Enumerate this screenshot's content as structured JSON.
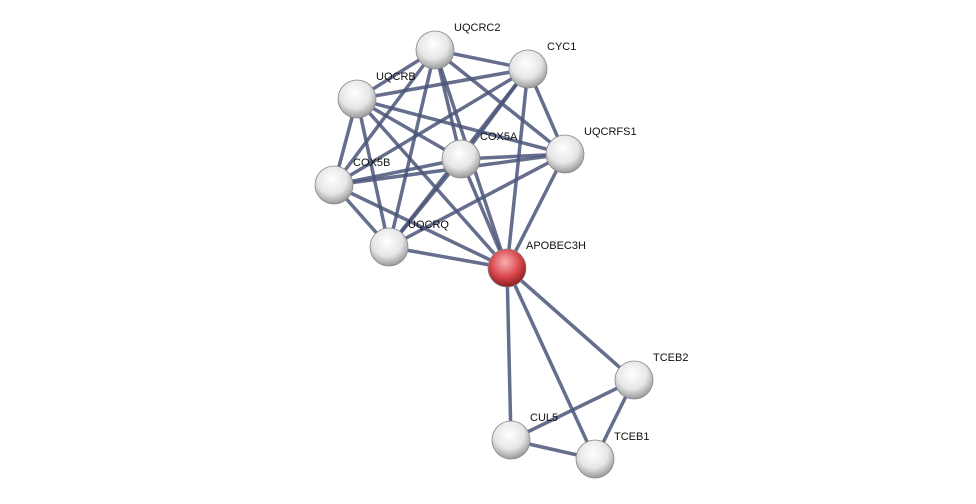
{
  "nodes": [
    {
      "id": "UQCRC2",
      "label": "UQCRC2",
      "query": false
    },
    {
      "id": "CYC1",
      "label": "CYC1",
      "query": false
    },
    {
      "id": "UQCRB",
      "label": "UQCRB",
      "query": false
    },
    {
      "id": "UQCRFS1",
      "label": "UQCRFS1",
      "query": false
    },
    {
      "id": "COX5A",
      "label": "COX5A",
      "query": false
    },
    {
      "id": "COX5B",
      "label": "COX5B",
      "query": false
    },
    {
      "id": "UQCRQ",
      "label": "UQCRQ",
      "query": false
    },
    {
      "id": "APOBEC3H",
      "label": "APOBEC3H",
      "query": true
    },
    {
      "id": "TCEB2",
      "label": "TCEB2",
      "query": false
    },
    {
      "id": "CUL5",
      "label": "CUL5",
      "query": false
    },
    {
      "id": "TCEB1",
      "label": "TCEB1",
      "query": false
    }
  ],
  "edges": [
    [
      "UQCRC2",
      "CYC1"
    ],
    [
      "UQCRC2",
      "UQCRB"
    ],
    [
      "UQCRC2",
      "UQCRFS1"
    ],
    [
      "UQCRC2",
      "COX5A"
    ],
    [
      "UQCRC2",
      "COX5B"
    ],
    [
      "UQCRC2",
      "UQCRQ"
    ],
    [
      "UQCRC2",
      "APOBEC3H"
    ],
    [
      "CYC1",
      "UQCRB"
    ],
    [
      "CYC1",
      "UQCRFS1"
    ],
    [
      "CYC1",
      "COX5A"
    ],
    [
      "CYC1",
      "COX5B"
    ],
    [
      "CYC1",
      "UQCRQ"
    ],
    [
      "CYC1",
      "APOBEC3H"
    ],
    [
      "UQCRB",
      "UQCRFS1"
    ],
    [
      "UQCRB",
      "COX5A"
    ],
    [
      "UQCRB",
      "COX5B"
    ],
    [
      "UQCRB",
      "UQCRQ"
    ],
    [
      "UQCRB",
      "APOBEC3H"
    ],
    [
      "UQCRFS1",
      "COX5A"
    ],
    [
      "UQCRFS1",
      "COX5B"
    ],
    [
      "UQCRFS1",
      "UQCRQ"
    ],
    [
      "UQCRFS1",
      "APOBEC3H"
    ],
    [
      "COX5A",
      "COX5B"
    ],
    [
      "COX5A",
      "UQCRQ"
    ],
    [
      "COX5A",
      "APOBEC3H"
    ],
    [
      "COX5B",
      "UQCRQ"
    ],
    [
      "COX5B",
      "APOBEC3H"
    ],
    [
      "UQCRQ",
      "APOBEC3H"
    ],
    [
      "APOBEC3H",
      "TCEB2"
    ],
    [
      "APOBEC3H",
      "CUL5"
    ],
    [
      "APOBEC3H",
      "TCEB1"
    ],
    [
      "TCEB2",
      "CUL5"
    ],
    [
      "TCEB2",
      "TCEB1"
    ],
    [
      "CUL5",
      "TCEB1"
    ]
  ],
  "colors": {
    "edge": "#4a5578",
    "query_node": "#d9464c",
    "node": "#d8d8d8"
  }
}
